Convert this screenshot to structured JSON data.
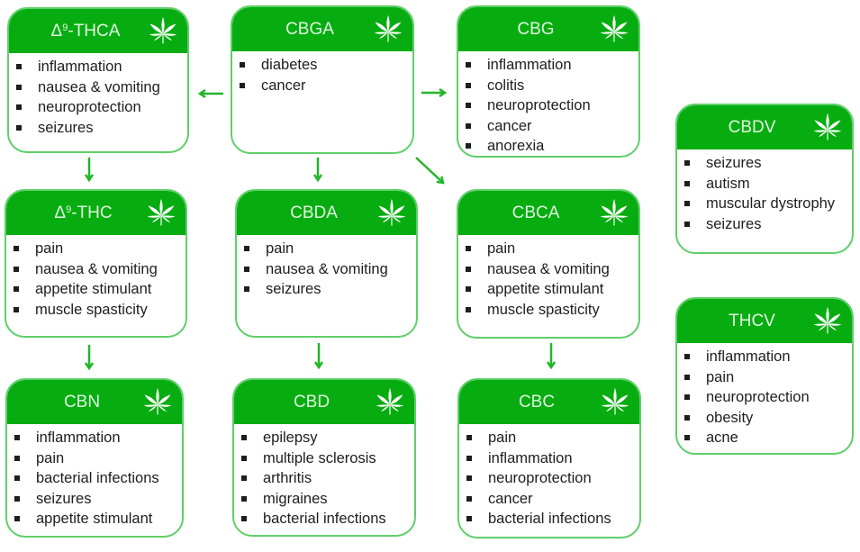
{
  "diagram": {
    "accent_color": "#07ad10",
    "border_color": "#5fcf6a",
    "cards": [
      {
        "id": "thca",
        "title_prefix": "Δ",
        "title_sup": "9",
        "title_suffix": "-THCA",
        "icon": "cannabis-leaf-icon",
        "items": [
          "inflammation",
          "nausea & vomiting",
          "neuroprotection",
          "seizures"
        ]
      },
      {
        "id": "cbga",
        "title": "CBGA",
        "icon": "cannabis-leaf-icon",
        "items": [
          "diabetes",
          "cancer"
        ]
      },
      {
        "id": "cbg",
        "title": "CBG",
        "icon": "cannabis-leaf-icon",
        "items": [
          "inflammation",
          "colitis",
          "neuroprotection",
          "cancer",
          "anorexia"
        ]
      },
      {
        "id": "cbdv",
        "title": "CBDV",
        "icon": "cannabis-leaf-icon",
        "items": [
          "seizures",
          "autism",
          "muscular dystrophy",
          "seizures"
        ]
      },
      {
        "id": "thc",
        "title_prefix": "Δ",
        "title_sup": "9",
        "title_suffix": "-THC",
        "icon": "cannabis-leaf-icon",
        "items": [
          "pain",
          "nausea & vomiting",
          "appetite stimulant",
          "muscle spasticity"
        ]
      },
      {
        "id": "cbda",
        "title": "CBDA",
        "icon": "cannabis-leaf-icon",
        "items": [
          "pain",
          "nausea & vomiting",
          "seizures"
        ]
      },
      {
        "id": "cbca",
        "title": "CBCA",
        "icon": "cannabis-leaf-icon",
        "items": [
          "pain",
          "nausea & vomiting",
          "appetite stimulant",
          "muscle spasticity"
        ]
      },
      {
        "id": "thcv",
        "title": "THCV",
        "icon": "cannabis-leaf-icon",
        "items": [
          "inflammation",
          "pain",
          "neuroprotection",
          "obesity",
          "acne"
        ]
      },
      {
        "id": "cbn",
        "title": "CBN",
        "icon": "cannabis-leaf-icon",
        "items": [
          "inflammation",
          "pain",
          "bacterial infections",
          "seizures",
          "appetite stimulant"
        ]
      },
      {
        "id": "cbd",
        "title": "CBD",
        "icon": "cannabis-leaf-icon",
        "items": [
          "epilepsy",
          "multiple sclerosis",
          "arthritis",
          "migraines",
          "bacterial infections"
        ]
      },
      {
        "id": "cbc",
        "title": "CBC",
        "icon": "cannabis-leaf-icon",
        "items": [
          "pain",
          "inflammation",
          "neuroprotection",
          "cancer",
          "bacterial infections"
        ]
      }
    ],
    "edges": [
      {
        "from": "cbga",
        "to": "thca"
      },
      {
        "from": "cbga",
        "to": "cbg"
      },
      {
        "from": "cbga",
        "to": "cbda"
      },
      {
        "from": "cbga",
        "to": "cbca"
      },
      {
        "from": "thca",
        "to": "thc"
      },
      {
        "from": "thc",
        "to": "cbn"
      },
      {
        "from": "cbda",
        "to": "cbd"
      },
      {
        "from": "cbca",
        "to": "cbc"
      }
    ]
  }
}
